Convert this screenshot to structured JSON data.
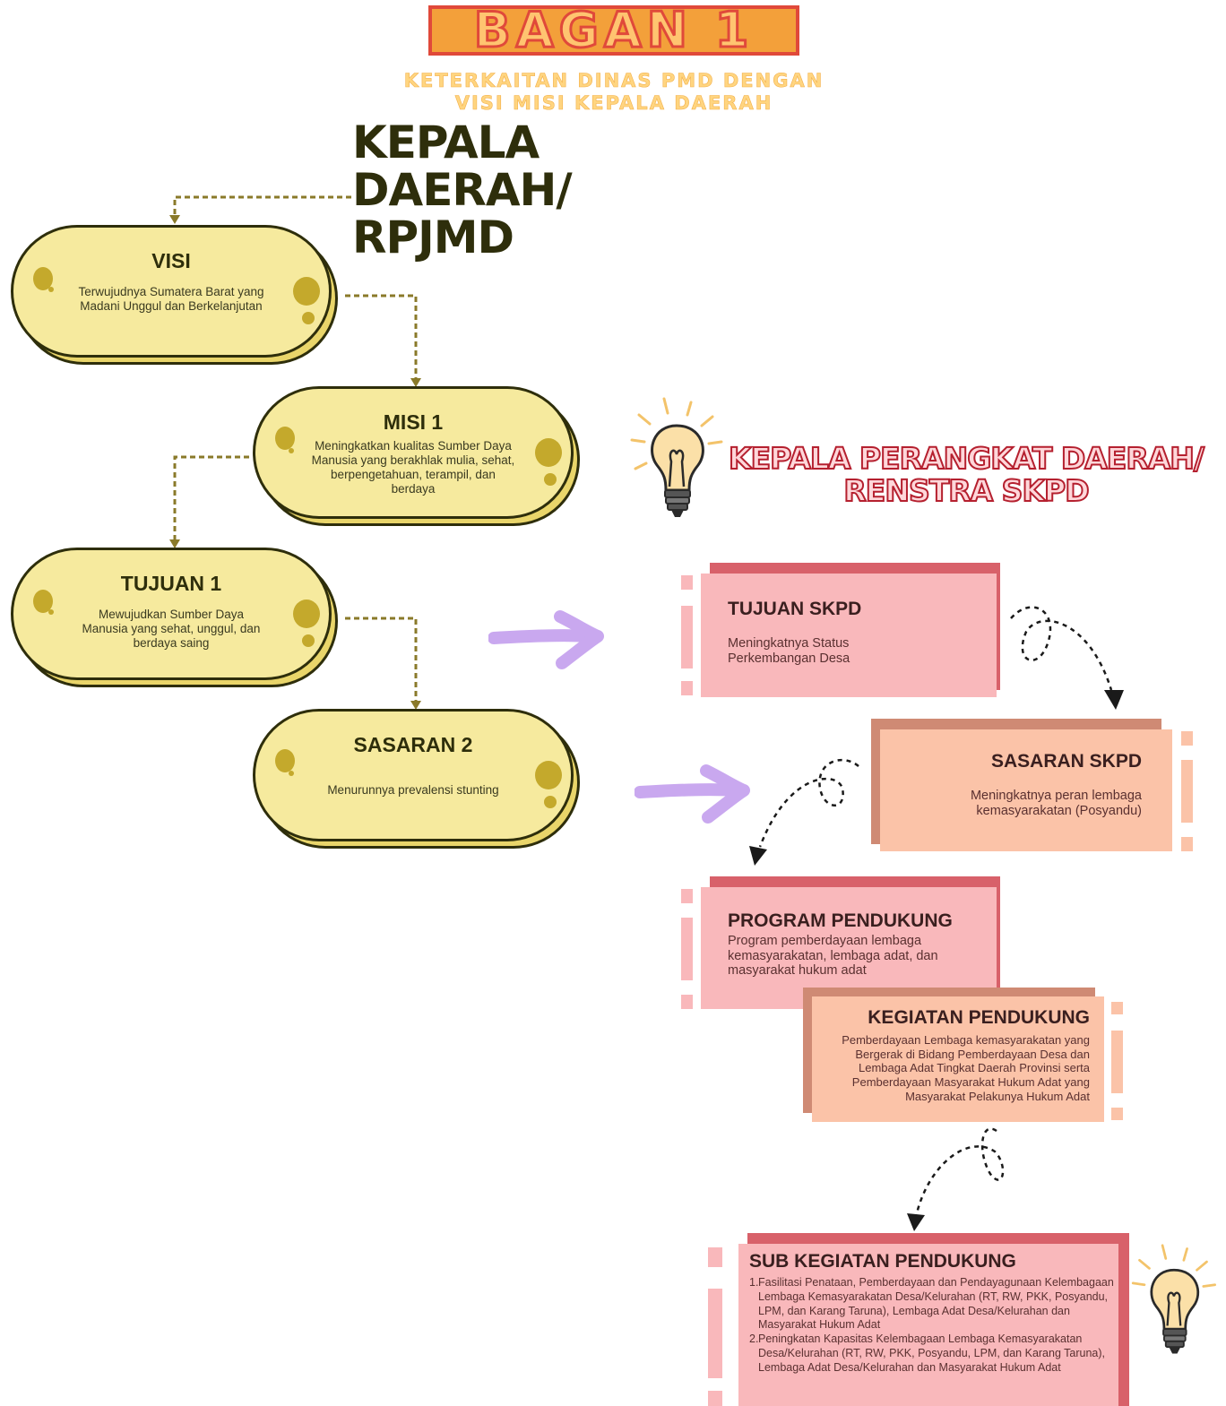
{
  "header": {
    "title": "BAGAN 1",
    "subtitle_line1": "KETERKAITAN DINAS PMD DENGAN",
    "subtitle_line2": "VISI MISI KEPALA DAERAH"
  },
  "kepala_daerah": {
    "line1": "KEPALA",
    "line2": "DAERAH/",
    "line3": "RPJMD"
  },
  "pills": {
    "visi": {
      "title": "VISI",
      "body": "Terwujudnya Sumatera Barat yang Madani Unggul dan Berkelanjutan"
    },
    "misi": {
      "title": "MISI 1",
      "body": "Meningkatkan kualitas Sumber Daya Manusia yang berakhlak mulia, sehat, berpengetahuan, terampil, dan berdaya"
    },
    "tujuan": {
      "title": "TUJUAN 1",
      "body": "Mewujudkan Sumber Daya Manusia yang sehat, unggul, dan berdaya saing"
    },
    "sasaran": {
      "title": "SASARAN 2",
      "body": "Menurunnya prevalensi stunting"
    }
  },
  "perangkat_daerah": {
    "line1": "KEPALA PERANGKAT DAERAH/",
    "line2": "RENSTRA SKPD"
  },
  "cards": {
    "tujuan_skpd": {
      "title": "TUJUAN SKPD",
      "body": "Meningkatnya Status Perkembangan Desa"
    },
    "sasaran_skpd": {
      "title": "SASARAN SKPD",
      "body": "Meningkatnya peran lembaga kemasyarakatan (Posyandu)"
    },
    "program": {
      "title": "PROGRAM PENDUKUNG",
      "body": "Program pemberdayaan lembaga kemasyarakatan, lembaga adat, dan masyarakat hukum adat"
    },
    "kegiatan": {
      "title": "KEGIATAN PENDUKUNG",
      "body": "Pemberdayaan Lembaga kemasyarakatan yang Bergerak di Bidang Pemberdayaan Desa dan Lembaga Adat Tingkat Daerah Provinsi serta Pemberdayaan Masyarakat Hukum Adat yang Masyarakat Pelakunya Hukum Adat"
    },
    "sub_kegiatan": {
      "title": "SUB KEGIATAN PENDUKUNG",
      "items": [
        {
          "num": "1.",
          "text": "Fasilitasi Penataan, Pemberdayaan dan Pendayagunaan Kelembagaan Lembaga Kemasyarakatan Desa/Kelurahan (RT, RW, PKK, Posyandu, LPM, dan Karang Taruna), Lembaga Adat Desa/Kelurahan dan Masyarakat Hukum Adat"
        },
        {
          "num": "2.",
          "text": "Peningkatan Kapasitas Kelembagaan Lembaga Kemasyarakatan Desa/Kelurahan (RT, RW, PKK, Posyandu, LPM, dan Karang Taruna), Lembaga Adat Desa/Kelurahan dan Masyarakat Hukum Adat"
        }
      ]
    }
  },
  "colors": {
    "pill_fill": "#f6ea9e",
    "pill_outline": "#2e2e0b",
    "card_pink": "#f9b8bb",
    "card_peach": "#fbc3a8",
    "arrow_purple": "#c9a8ef"
  },
  "icons": [
    "lightbulb-icon",
    "arrow-right-icon"
  ]
}
